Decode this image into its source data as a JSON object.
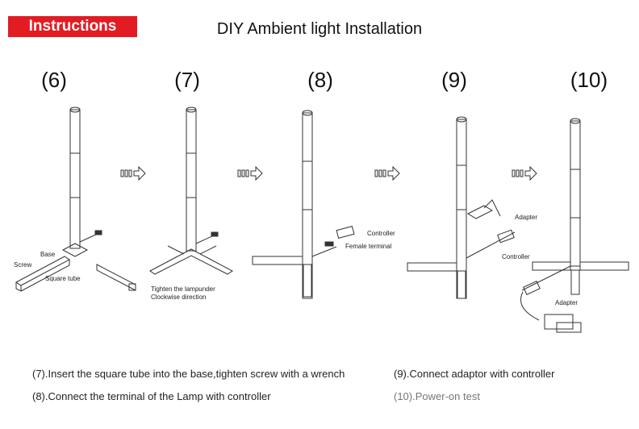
{
  "header": {
    "badge": "Instructions",
    "title": "DIY Ambient light Installation"
  },
  "steps": [
    "(6)",
    "(7)",
    "(8)",
    "(9)",
    "(10)"
  ],
  "labels": {
    "base": "Base",
    "screw": "Screw",
    "square_tube": "Square tube",
    "tighten_1": "Tighten the lampunder",
    "tighten_2": "Clockwise direction",
    "controller_8": "Controller",
    "female_terminal": "Female terminal",
    "adapter_9": "Adapter",
    "controller_9": "Controller",
    "adapter_10": "Adapter"
  },
  "captions": {
    "c7": "(7).Insert the square tube into the base,tighten screw with a wrench",
    "c8": "(8).Connect the terminal of the Lamp with controller",
    "c9": "(9).Connect adaptor with controller",
    "c10": "(10).Power-on test"
  },
  "colors": {
    "accent": "#e31b23"
  }
}
